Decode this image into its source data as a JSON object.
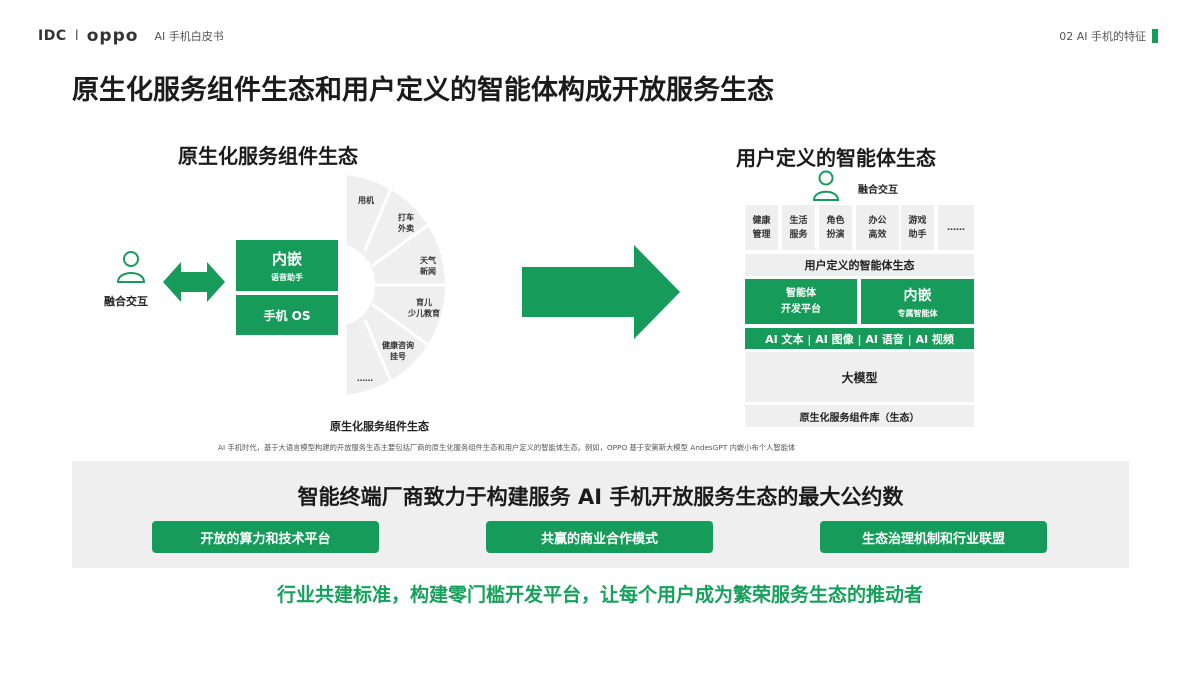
{
  "header": {
    "idc_logo": "IDC",
    "separator": "I",
    "oppo_logo": "oppo",
    "doc_name": "AI 手机白皮书",
    "section": "02 AI 手机的特征"
  },
  "main_title": "原生化服务组件生态和用户定义的智能体构成开放服务生态",
  "left": {
    "title": "原生化服务组件生态",
    "user_label": "融合交互",
    "embedded_label": "内嵌",
    "assistant_label": "语音助手",
    "os_label": "手机 OS",
    "fan_items": [
      "用机",
      "打车\n外卖",
      "天气\n新闻",
      "育儿\n少儿教育",
      "健康咨询\n挂号",
      "……"
    ],
    "bottom_label": "原生化服务组件生态"
  },
  "right": {
    "title": "用户定义的智能体生态",
    "user_label": "融合交互",
    "agents": [
      "健康\n管理",
      "生活\n服务",
      "角色\n扮演",
      "办公\n高效",
      "游戏\n助手",
      "……"
    ],
    "ecosystem_bar": "用户定义的智能体生态",
    "platform_label": "智能体\n开发平台",
    "embedded_label": "内嵌",
    "embedded_sub": "专属智能体",
    "ai_bar": "AI 文本 | AI 图像 | AI 语音 | AI 视频",
    "model_label": "大模型",
    "library_label": "原生化服务组件库（生态）"
  },
  "caption": "AI 手机时代，基于大语言模型构建的开放服务生态主要包括厂商的原生化服务组件生态和用户定义的智能体生态。例如，OPPO 基于安第斯大模型 AndesGPT 内嵌小布个人智能体",
  "banner": {
    "title": "智能终端厂商致力于构建服务 AI 手机开放服务生态的最大公约数",
    "pills": [
      "开放的算力和技术平台",
      "共赢的商业合作模式",
      "生态治理机制和行业联盟"
    ]
  },
  "footer": "行业共建标准，构建零门槛开发平台，让每个用户成为繁荣服务生态的推动者",
  "colors": {
    "accent": "#169b5a",
    "footer_green": "#17a05b",
    "panel_gray": "#efefef"
  }
}
